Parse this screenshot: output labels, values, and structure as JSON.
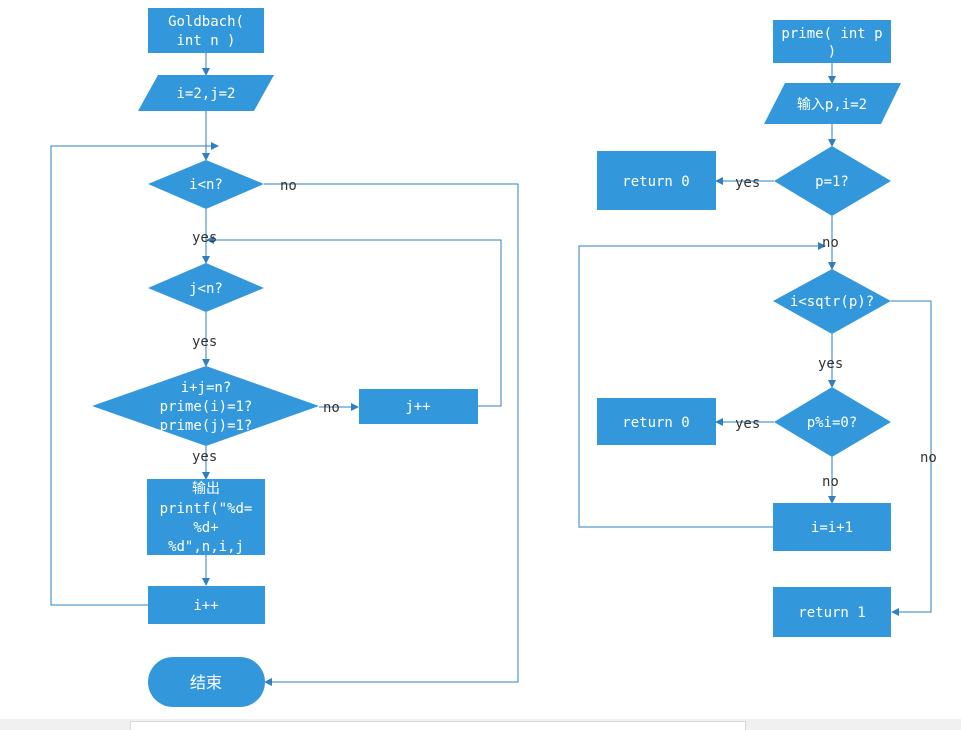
{
  "colors": {
    "node_fill": "#3398db",
    "node_text": "#ffffff",
    "line": "#2f7fc2",
    "label_text": "#333333"
  },
  "goldbach": {
    "start": "Goldbach( int n )",
    "init": "i=2,j=2",
    "cond_i": "i<n?",
    "cond_j": "j<n?",
    "cond_sum": "i+j=n? prime(i)=1? prime(j)=1?",
    "inc_j": "j++",
    "output": "输出 printf(\"%d= %d+ %d\",n,i,j",
    "inc_i": "i++",
    "end": "结束",
    "label_no_i": "no",
    "label_yes_i": "yes",
    "label_yes_j": "yes",
    "label_no_sum": "no",
    "label_yes_sum": "yes"
  },
  "prime": {
    "start": "prime( int p )",
    "input": "输入p,i=2",
    "cond_p1": "p=1?",
    "ret0_a": "return 0",
    "cond_sqrt": "i<sqtr(p)?",
    "cond_mod": "p%i=0?",
    "ret0_b": "return 0",
    "inc_i": "i=i+1",
    "ret1": "return 1",
    "label_yes_p1": "yes",
    "label_no_p1": "no",
    "label_yes_sqrt": "yes",
    "label_no_sqrt": "no",
    "label_yes_mod": "yes",
    "label_no_mod": "no"
  }
}
